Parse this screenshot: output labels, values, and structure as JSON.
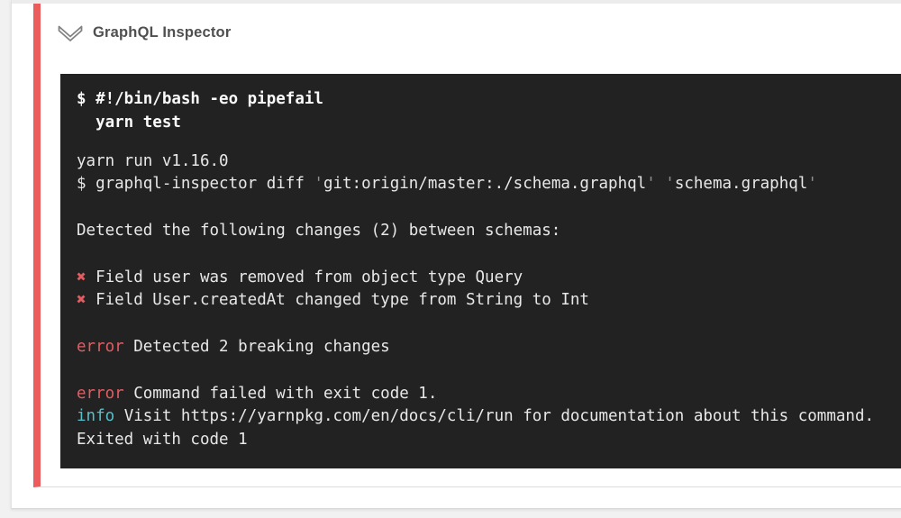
{
  "colors": {
    "accent_red": "#ed5c5c",
    "error_red": "#e25d62",
    "info_cyan": "#56bfc9",
    "terminal_bg": "#222222",
    "card_bg": "#ffffff",
    "page_bg": "#f1f1f2"
  },
  "step": {
    "title": "GraphQL Inspector",
    "status": "failed",
    "collapse_icon": "chevron-down-outline"
  },
  "terminal": {
    "command_lines": [
      [
        {
          "t": "$ #!/bin/bash -eo pipefail",
          "s": "cmd"
        }
      ],
      [
        {
          "t": "  yarn test",
          "s": "cmd"
        }
      ]
    ],
    "output_lines": [
      [
        {
          "t": "yarn run v1.16.0",
          "s": "plain"
        }
      ],
      [
        {
          "t": "$ graphql-inspector diff ",
          "s": "plain"
        },
        {
          "t": "'",
          "s": "dim"
        },
        {
          "t": "git:origin/master:./schema.graphql",
          "s": "plain"
        },
        {
          "t": "'",
          "s": "dim"
        },
        {
          "t": " ",
          "s": "plain"
        },
        {
          "t": "'",
          "s": "dim"
        },
        {
          "t": "schema.graphql",
          "s": "plain"
        },
        {
          "t": "'",
          "s": "dim"
        }
      ],
      [],
      [
        {
          "t": "Detected the following changes (2) between schemas:",
          "s": "plain"
        }
      ],
      [],
      [
        {
          "t": "✖",
          "s": "x"
        },
        {
          "t": " Field user was removed from object type Query",
          "s": "plain"
        }
      ],
      [
        {
          "t": "✖",
          "s": "x"
        },
        {
          "t": " Field User.createdAt changed type from String to Int",
          "s": "plain"
        }
      ],
      [],
      [
        {
          "t": "error",
          "s": "error"
        },
        {
          "t": " Detected 2 breaking changes",
          "s": "plain"
        }
      ],
      [],
      [
        {
          "t": "error",
          "s": "error"
        },
        {
          "t": " Command failed with exit code 1.",
          "s": "plain"
        }
      ],
      [
        {
          "t": "info",
          "s": "info"
        },
        {
          "t": " Visit https://yarnpkg.com/en/docs/cli/run for documentation about this command.",
          "s": "plain"
        }
      ],
      [
        {
          "t": "Exited with code 1",
          "s": "plain"
        }
      ]
    ]
  }
}
